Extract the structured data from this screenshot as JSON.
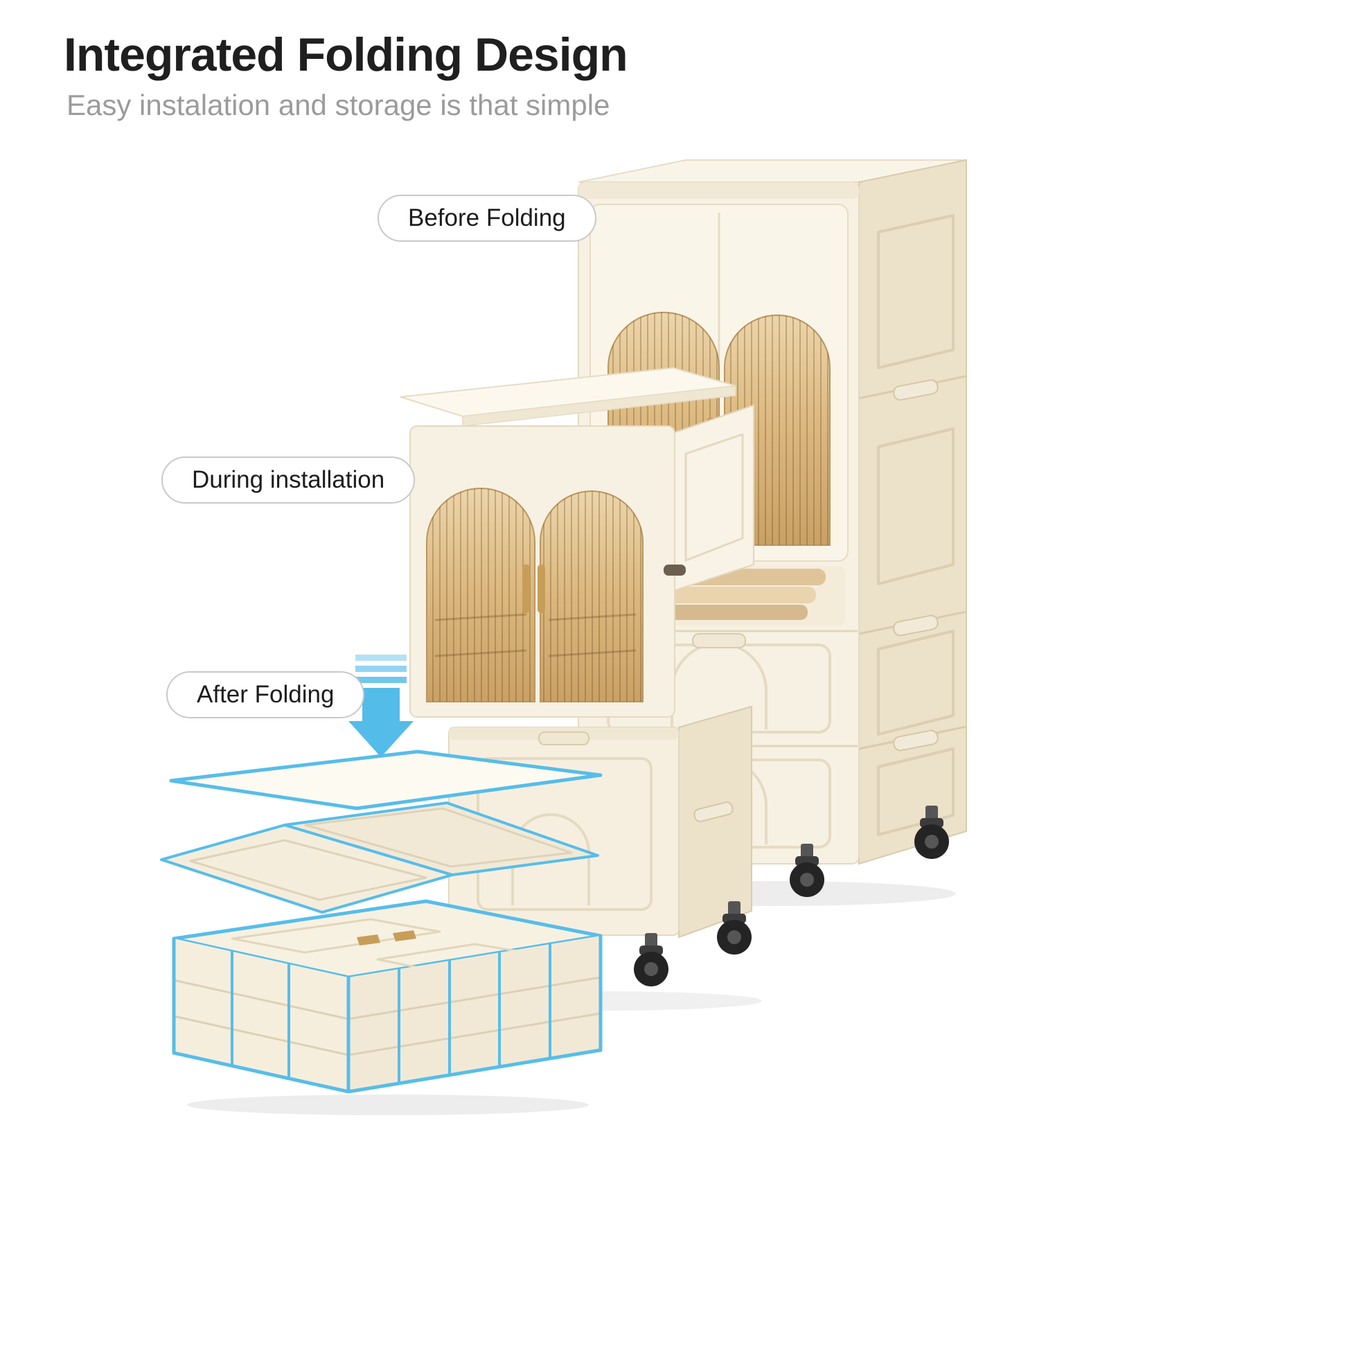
{
  "header": {
    "title": "Integrated Folding Design",
    "subtitle": "Easy instalation and storage is that simple"
  },
  "callouts": [
    {
      "id": "before",
      "label": "Before Folding"
    },
    {
      "id": "during",
      "label": "During installation"
    },
    {
      "id": "after",
      "label": "After Folding"
    }
  ],
  "illustrations": [
    {
      "name": "cabinet-before-folding",
      "stage": "Before Folding"
    },
    {
      "name": "cabinet-during-installation",
      "stage": "During installation"
    },
    {
      "name": "cabinet-after-folding",
      "stage": "After Folding"
    }
  ],
  "colors": {
    "accent_blue": "#57bde9",
    "cabinet_cream": "#f7f1e3",
    "cabinet_side": "#ece1c9",
    "glass_amber": "#dbb87f",
    "handle_gold": "#c79e58",
    "wheel_black": "#242424",
    "title_text": "#1f1f1f",
    "subtitle_text": "#9b9b9b"
  }
}
